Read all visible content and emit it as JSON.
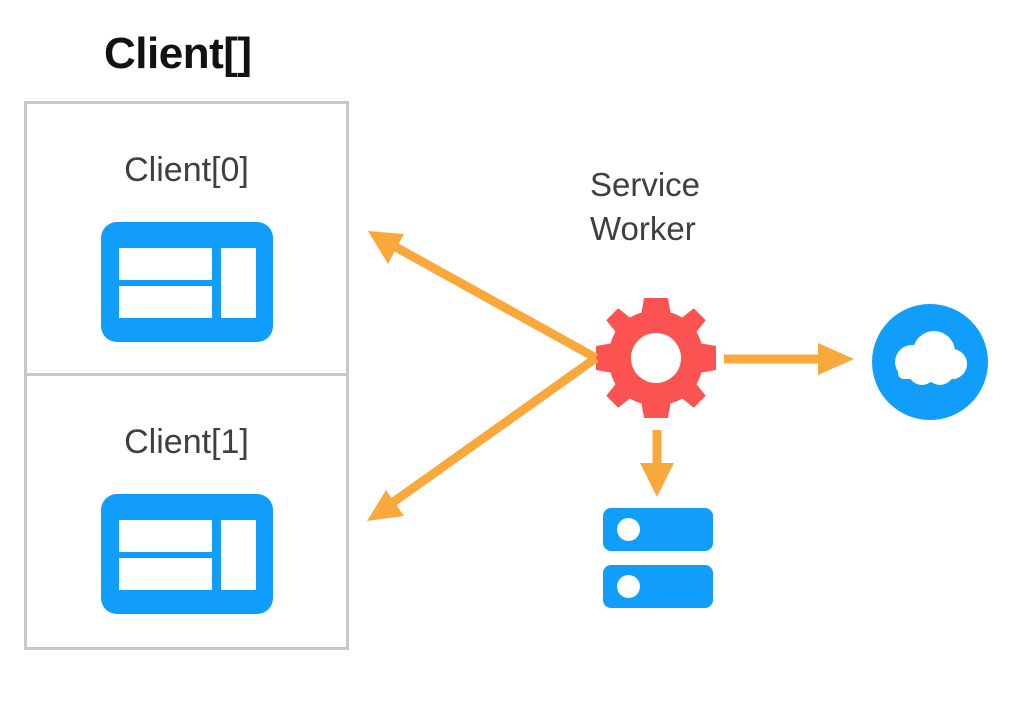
{
  "diagram": {
    "title": "Client[]",
    "background_color": "#FFFFFF",
    "colors": {
      "blue": "#119EFB",
      "red": "#FB5252",
      "orange": "#F9A93C",
      "border_gray": "#C8C8C8",
      "text_dark": "#3C4043",
      "title_black": "#121212"
    },
    "clients": [
      {
        "label": "Client[0]",
        "icon": "browser-window-icon"
      },
      {
        "label": "Client[1]",
        "icon": "browser-window-icon"
      }
    ],
    "service_worker": {
      "label": "Service\nWorker",
      "icon": "gear-icon",
      "icon_color": "#FB5252"
    },
    "cloud": {
      "icon": "cloud-icon",
      "icon_color": "#119EFB"
    },
    "database": {
      "icon": "database-icon",
      "icon_color": "#119EFB"
    },
    "connections": [
      {
        "name": "service-worker-to-client-0",
        "from": "service-worker",
        "to": "client-0",
        "color": "#F9A93C",
        "direction": "to-client"
      },
      {
        "name": "service-worker-to-client-1",
        "from": "service-worker",
        "to": "client-1",
        "color": "#F9A93C",
        "direction": "to-client"
      },
      {
        "name": "service-worker-to-cloud",
        "from": "service-worker",
        "to": "cloud",
        "color": "#F9A93C",
        "direction": "right"
      },
      {
        "name": "service-worker-to-database",
        "from": "service-worker",
        "to": "database",
        "color": "#F9A93C",
        "direction": "down"
      }
    ]
  }
}
